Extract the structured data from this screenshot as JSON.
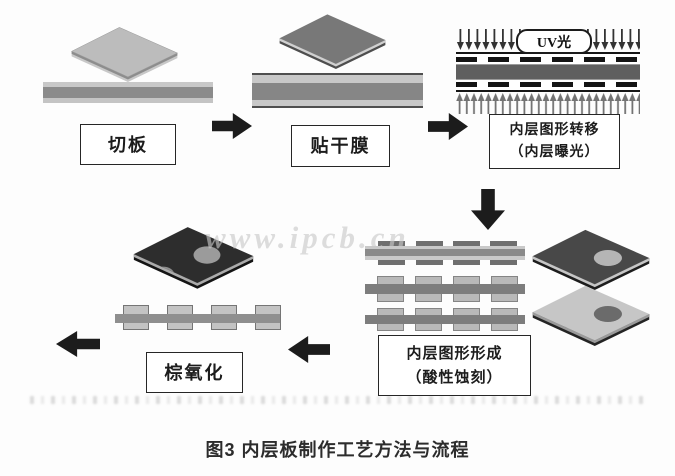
{
  "caption": "图3 内层板制作工艺方法与流程",
  "watermark": "www.ipcb.cn",
  "uv": {
    "label": "UV光"
  },
  "steps": {
    "cut": {
      "label": "切板"
    },
    "dry_film": {
      "label": "贴干膜"
    },
    "exposure": {
      "line1": "内层图形转移",
      "line2": "（内层曝光）"
    },
    "etch": {
      "line1": "内层图形形成",
      "line2": "（酸性蚀刻）"
    },
    "oxidation": {
      "label": "棕氧化"
    }
  },
  "colors": {
    "arrow_black": "#1c1c1c",
    "laminate_light": "#c8c8c8",
    "copper_gray": "#8b8b8b",
    "core_gray": "#5f5f5f",
    "film_mask_black": "#141414",
    "uv_arrow_top": "#333333",
    "uv_arrow_bottom": "#737373",
    "board_raw": "#bcbcbc",
    "board_dry_film": "#787878",
    "board_etched_dark": "#484848",
    "board_etched_light": "#c6c6c6",
    "board_oxide": "#2d2d2d",
    "watermark_gray": "#c9c9c9"
  }
}
